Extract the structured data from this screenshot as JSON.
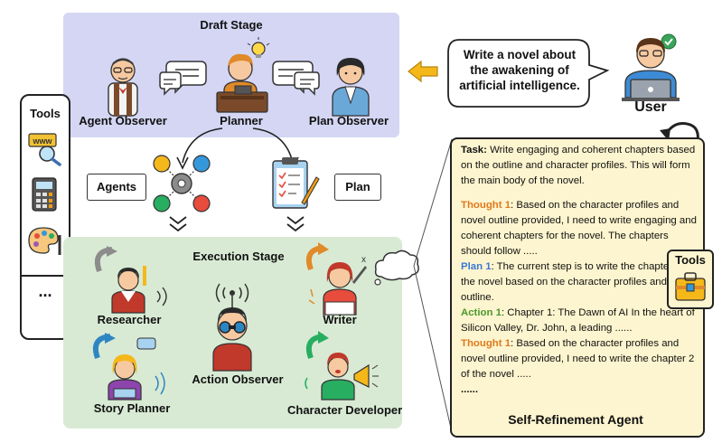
{
  "draft_stage": {
    "title": "Draft Stage",
    "agent_observer": "Agent Observer",
    "planner": "Planner",
    "plan_observer": "Plan Observer"
  },
  "tools_sidebar": {
    "title": "Tools",
    "more": "..."
  },
  "user": {
    "label": "User",
    "prompt": "Write a novel about the awakening of artificial intelligence."
  },
  "middle": {
    "agents_label": "Agents",
    "plan_label": "Plan"
  },
  "execution_stage": {
    "title": "Execution Stage",
    "researcher": "Researcher",
    "writer": "Writer",
    "action_observer": "Action Observer",
    "story_planner": "Story Planner",
    "character_developer": "Character Developer"
  },
  "self_refinement": {
    "task_label": "Task:",
    "task_text": "Write engaging and coherent chapters based on the outline and character profiles. This will form the main body of the novel.",
    "thought1_label": "Thought 1",
    "thought1_text": ": Based on the character profiles and novel outline provided, I need to write engaging and coherent chapters for the novel. The chapters should follow .....",
    "plan1_label": "Plan 1",
    "plan1_text": ":  The current step is to write the chapter 1 of the novel based on the character profiles and novel outline.",
    "action1_label": "Action 1",
    "action1_text": ": Chapter 1: The Dawn of AI In the heart of Silicon Valley, Dr. John, a leading ......",
    "thought1b_label": "Thought 1",
    "thought1b_text": ": Based on the character profiles and novel outline provided, I need to write the chapter 2 of the novel  .....",
    "ellipsis": "......",
    "footer": "Self-Refinement Agent",
    "tools_label": "Tools"
  }
}
